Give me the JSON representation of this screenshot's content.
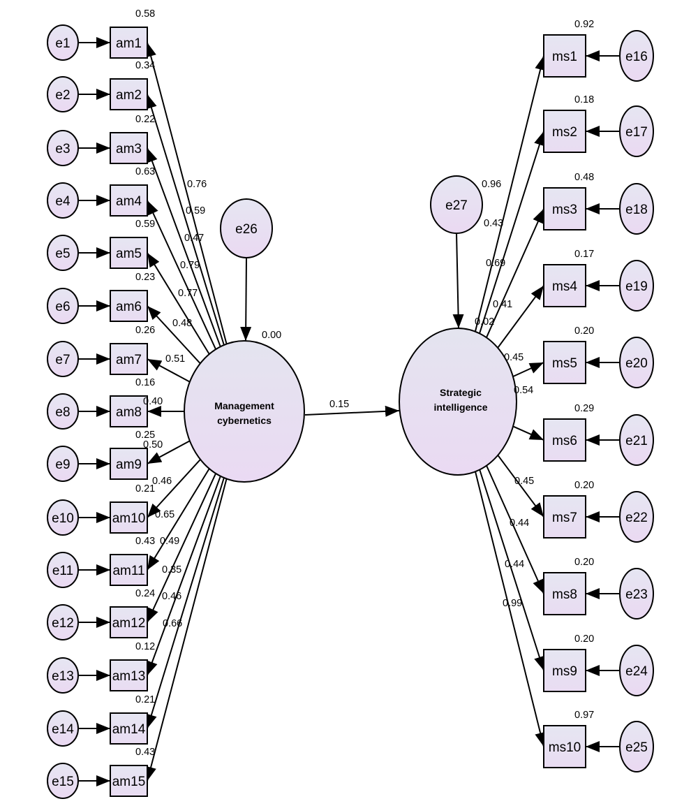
{
  "latents": {
    "mc": {
      "line1": "Management",
      "line2": "cybernetics",
      "r2": "0.00"
    },
    "si": {
      "line1": "Strategic",
      "line2": "intelligence"
    }
  },
  "disturbances": {
    "mc": "e26",
    "si": "e27"
  },
  "structural_path": "0.15",
  "left_indicators": [
    {
      "name": "am1",
      "error": "e1",
      "loading": "0.76",
      "r2": "0.58"
    },
    {
      "name": "am2",
      "error": "e2",
      "loading": "0.59",
      "r2": "0.34"
    },
    {
      "name": "am3",
      "error": "e3",
      "loading": "0.47",
      "r2": "0.22"
    },
    {
      "name": "am4",
      "error": "e4",
      "loading": "0.79",
      "r2": "0.63"
    },
    {
      "name": "am5",
      "error": "e5",
      "loading": "0.77",
      "r2": "0.59"
    },
    {
      "name": "am6",
      "error": "e6",
      "loading": "0.48",
      "r2": "0.23"
    },
    {
      "name": "am7",
      "error": "e7",
      "loading": "0.51",
      "r2": "0.26"
    },
    {
      "name": "am8",
      "error": "e8",
      "loading": "0.40",
      "r2": "0.16"
    },
    {
      "name": "am9",
      "error": "e9",
      "loading": "0.50",
      "r2": "0.25"
    },
    {
      "name": "am10",
      "error": "e10",
      "loading": "0.46",
      "r2": "0.21"
    },
    {
      "name": "am11",
      "error": "e11",
      "loading": "0.65",
      "r2": "0.43"
    },
    {
      "name": "am12",
      "error": "e12",
      "loading": "0.49",
      "r2": "0.24"
    },
    {
      "name": "am13",
      "error": "e13",
      "loading": "0.35",
      "r2": "0.12"
    },
    {
      "name": "am14",
      "error": "e14",
      "loading": "0.46",
      "r2": "0.21"
    },
    {
      "name": "am15",
      "error": "e15",
      "loading": "0.66",
      "r2": "0.43"
    }
  ],
  "right_indicators": [
    {
      "name": "ms1",
      "error": "e16",
      "loading": "0.96",
      "r2": "0.92"
    },
    {
      "name": "ms2",
      "error": "e17",
      "loading": "0.43",
      "r2": "0.18"
    },
    {
      "name": "ms3",
      "error": "e18",
      "loading": "0.69",
      "r2": "0.48"
    },
    {
      "name": "ms4",
      "error": "e19",
      "loading": "0.41",
      "r2": "0.17"
    },
    {
      "name": "ms5",
      "error": "e20",
      "loading": "0.02",
      "r2": "0.20"
    },
    {
      "name": "ms6",
      "error": "e21",
      "loading": "0.45",
      "r2": "0.29"
    },
    {
      "name": "ms7",
      "error": "e22",
      "loading": "0.54",
      "r2": "0.20"
    },
    {
      "name": "ms8",
      "error": "e23",
      "loading": "0.45",
      "r2": "0.20"
    },
    {
      "name": "ms9",
      "error": "e24",
      "loading": "0.44",
      "r2": "0.20"
    },
    {
      "name": "ms10",
      "error": "e25",
      "loading": "0.44",
      "r2": "0.97"
    }
  ],
  "extra_right_label": "0.99"
}
